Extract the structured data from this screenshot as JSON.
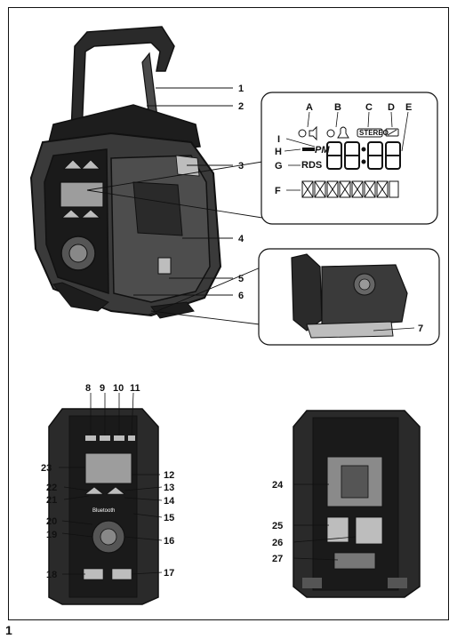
{
  "figure_number": "1",
  "colors": {
    "ink": "#111111",
    "device_body": "#2a2a2a",
    "device_light": "#bdbdbd",
    "panel": "#ffffff"
  },
  "lcd": {
    "segment_letters": [
      "A",
      "B",
      "C",
      "D",
      "E",
      "F",
      "G",
      "H",
      "I"
    ],
    "pm_text": "PM",
    "rds_text": "RDS",
    "stereo_text": "STEREO"
  },
  "callouts": {
    "main": [
      "1",
      "2",
      "3",
      "4",
      "5",
      "6",
      "7"
    ],
    "front": [
      "8",
      "9",
      "10",
      "11",
      "12",
      "13",
      "14",
      "15",
      "16",
      "17",
      "18",
      "19",
      "20",
      "21",
      "22",
      "23"
    ],
    "back": [
      "24",
      "25",
      "26",
      "27"
    ]
  },
  "front_panel_text": {
    "bluetooth": "Bluetooth"
  }
}
